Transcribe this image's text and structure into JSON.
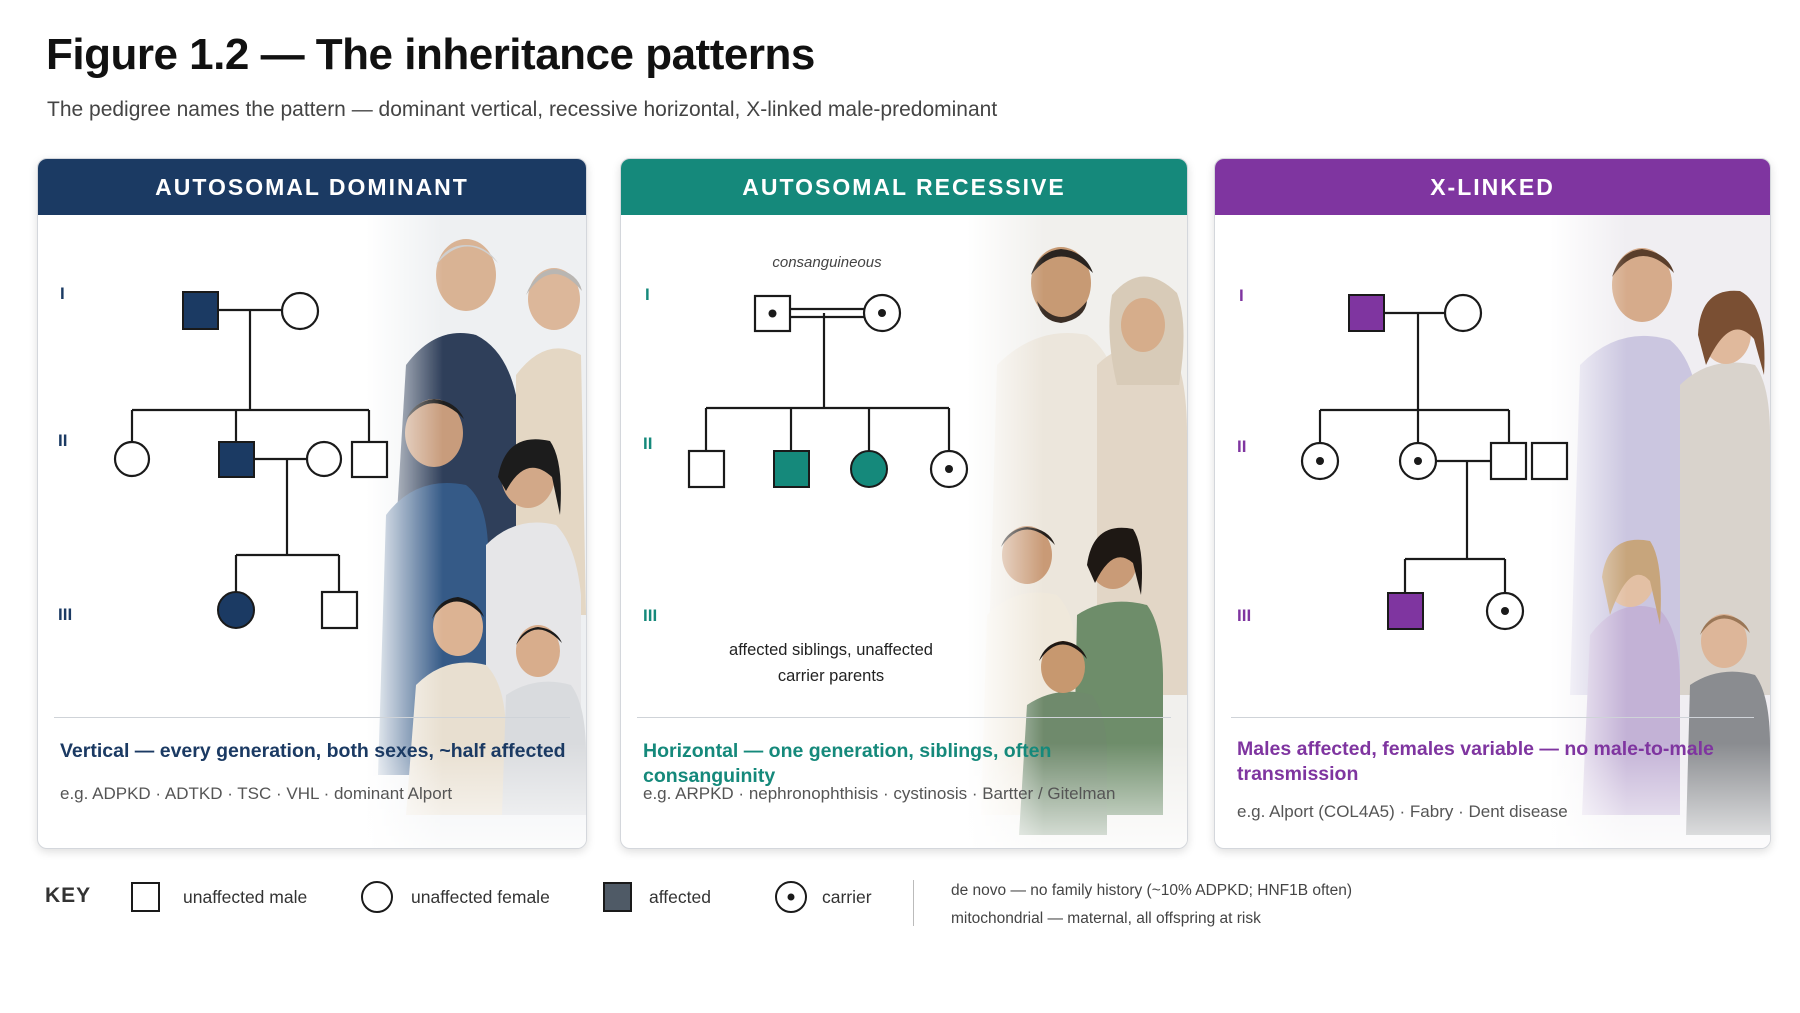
{
  "figure": {
    "title": "Figure 1.2 — The inheritance patterns",
    "subtitle": "The pedigree names the pattern — dominant vertical, recessive horizontal, X-linked male-predominant"
  },
  "colors": {
    "dominant": "#1b3a63",
    "recessive": "#15897b",
    "xlinked": "#7f35a0",
    "key_affected": "#4f5a66"
  },
  "generations": [
    "I",
    "II",
    "III"
  ],
  "panels": {
    "dominant": {
      "header": "AUTOSOMAL DOMINANT",
      "description": "Vertical — every generation, both sexes, ~half affected",
      "examples": "e.g. ADPKD · ADTKD · TSC · VHL · dominant Alport"
    },
    "recessive": {
      "header": "AUTOSOMAL RECESSIVE",
      "consanguineous_label": "consanguineous",
      "note": "affected siblings, unaffected carrier parents",
      "description": "Horizontal — one generation, siblings, often consanguinity",
      "examples": "e.g. ARPKD · nephronophthisis · cystinosis · Bartter / Gitelman"
    },
    "xlinked": {
      "header": "X-LINKED",
      "description": "Males affected, females variable — no male-to-male transmission",
      "examples": "e.g. Alport (COL4A5) · Fabry · Dent disease"
    }
  },
  "key": {
    "label": "KEY",
    "unaffected_male": "unaffected male",
    "unaffected_female": "unaffected female",
    "affected": "affected",
    "carrier": "carrier",
    "note_denovo": "de novo — no family history (~10% ADPKD; HNF1B often)",
    "note_mito": "mitochondrial — maternal, all offspring at risk"
  }
}
